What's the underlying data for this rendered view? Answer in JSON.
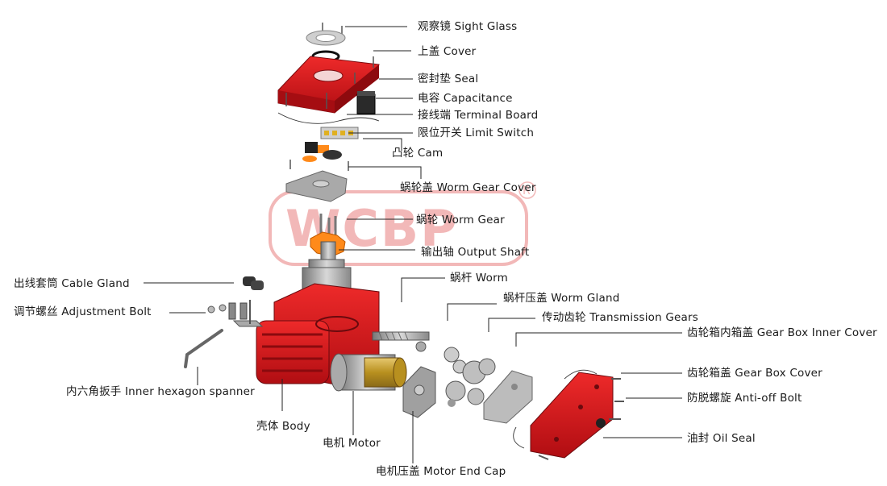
{
  "watermark": {
    "text": "WCBP",
    "mark": "®"
  },
  "colors": {
    "housing_red": "#d8141c",
    "watermark": "#f2b8b8",
    "metal_gray": "#a9a9a9",
    "brass": "#c9a23a",
    "orange": "#ff8a1a"
  },
  "labels": [
    {
      "id": "sight-glass",
      "text": "观察镜 Sight Glass"
    },
    {
      "id": "cover",
      "text": "上盖 Cover"
    },
    {
      "id": "seal",
      "text": "密封垫 Seal"
    },
    {
      "id": "capacitance",
      "text": "电容 Capacitance"
    },
    {
      "id": "terminal-board",
      "text": "接线端 Terminal Board"
    },
    {
      "id": "limit-switch",
      "text": "限位开关 Limit Switch"
    },
    {
      "id": "cam",
      "text": "凸轮 Cam"
    },
    {
      "id": "worm-gear-cover",
      "text": "蜗轮盖 Worm Gear Cover"
    },
    {
      "id": "worm-gear",
      "text": "蜗轮 Worm Gear"
    },
    {
      "id": "output-shaft",
      "text": "输出轴 Output Shaft"
    },
    {
      "id": "worm",
      "text": "蜗杆 Worm"
    },
    {
      "id": "worm-gland",
      "text": "蜗杆压盖 Worm Gland"
    },
    {
      "id": "transmission-gears",
      "text": "传动齿轮 Transmission Gears"
    },
    {
      "id": "gear-box-inner-cover",
      "text": "齿轮箱内箱盖 Gear Box Inner Cover"
    },
    {
      "id": "gear-box-cover",
      "text": "齿轮箱盖 Gear Box Cover"
    },
    {
      "id": "anti-off-bolt",
      "text": "防脱螺旋 Anti-off Bolt"
    },
    {
      "id": "oil-seal",
      "text": "油封 Oil Seal"
    },
    {
      "id": "cable-gland",
      "text": "出线套筒 Cable Gland"
    },
    {
      "id": "adjustment-bolt",
      "text": "调节螺丝 Adjustment Bolt"
    },
    {
      "id": "inner-hexagon-spanner",
      "text": "内六角扳手 Inner hexagon spanner"
    },
    {
      "id": "body",
      "text": "壳体 Body"
    },
    {
      "id": "motor",
      "text": "电机 Motor"
    },
    {
      "id": "motor-end-cap",
      "text": "电机压盖 Motor End Cap"
    }
  ]
}
